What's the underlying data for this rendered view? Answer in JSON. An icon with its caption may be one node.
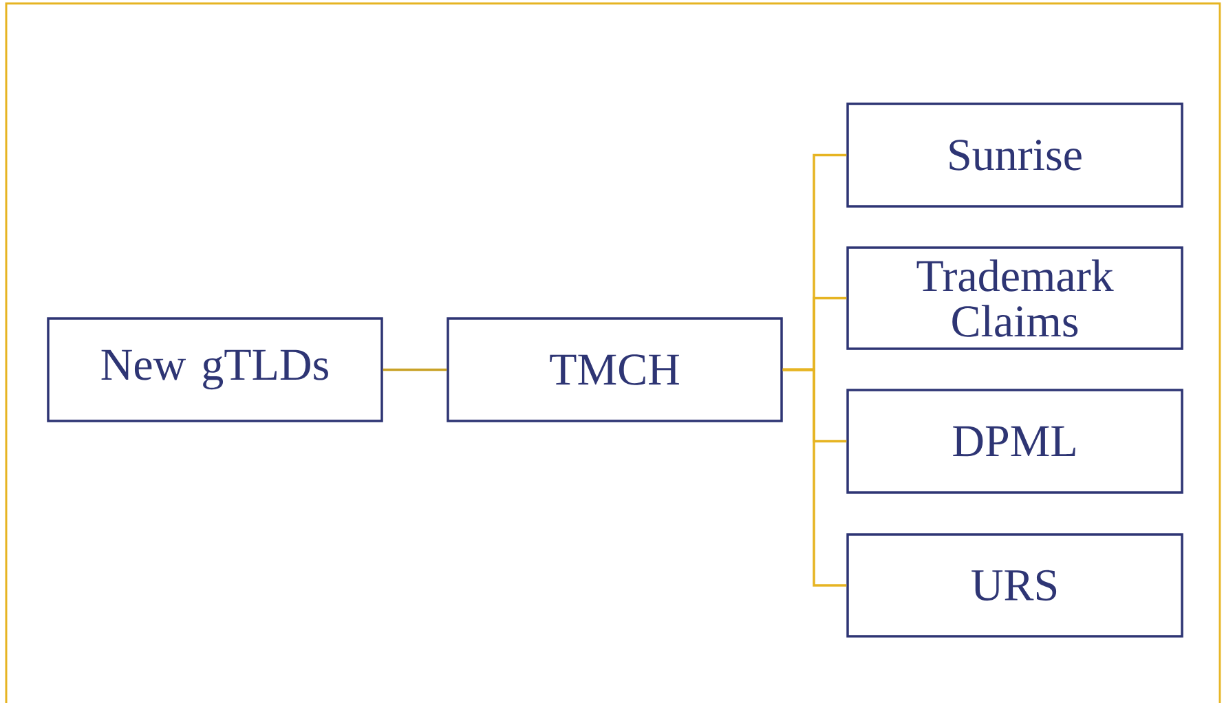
{
  "diagram": {
    "nodes": [
      {
        "text": [
          "New gTLDs"
        ]
      },
      {
        "text": [
          "TMCH"
        ]
      },
      {
        "text": [
          "Sunrise"
        ]
      },
      {
        "text": [
          "Trademark Claims"
        ]
      },
      {
        "text": [
          "DPML"
        ]
      },
      {
        "text": [
          "URS"
        ]
      }
    ],
    "edges": [
      {
        "from": 0,
        "to": 1,
        "arrow": "none",
        "color": "#c9a227"
      },
      {
        "from": 1,
        "to": 2,
        "arrow": "none"
      },
      {
        "from": 1,
        "to": 3,
        "arrow": "none"
      },
      {
        "from": 1,
        "to": 4,
        "arrow": "none"
      },
      {
        "from": 1,
        "to": 5,
        "arrow": "none"
      }
    ]
  }
}
